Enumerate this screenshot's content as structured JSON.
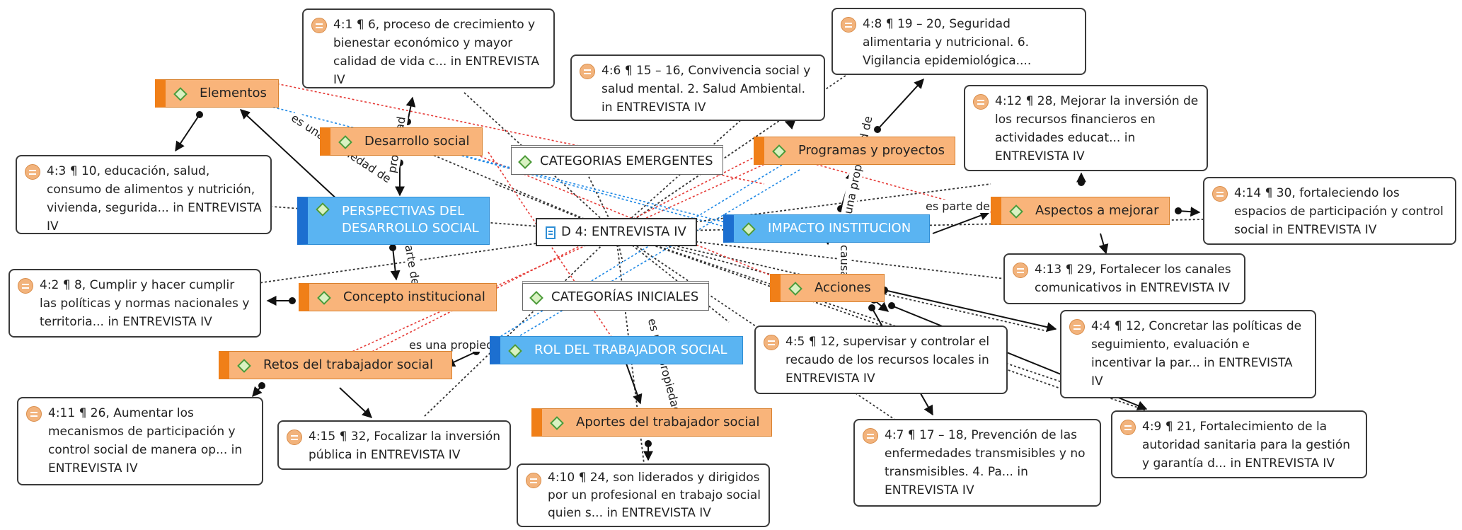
{
  "document": {
    "label": "D 4: ENTREVISTA IV"
  },
  "groups": {
    "emergentes": "CATEGORIAS EMERGENTES",
    "iniciales": "CATEGORÍAS INICIALES"
  },
  "codes": {
    "elementos": "Elementos",
    "desarrollo_social": "Desarrollo social",
    "perspectivas": [
      "PERSPECTIVAS DEL",
      "DESARROLLO SOCIAL"
    ],
    "concepto_institucional": "Concepto institucional",
    "retos": "Retos del trabajador social",
    "rol": "ROL DEL TRABAJADOR SOCIAL",
    "aportes": "Aportes del trabajador social",
    "programas": "Programas y proyectos",
    "impacto": "IMPACTO INSTITUCION",
    "aspectos": "Aspectos a mejorar",
    "acciones": "Acciones"
  },
  "quotes": {
    "q4_1": "4:1 ¶ 6, proceso de crecimiento y bienestar económico y mayor calidad de vida c... in ENTREVISTA IV",
    "q4_3": "4:3 ¶ 10, educación, salud, consumo de alimentos y nutrición, vivienda, segurida... in ENTREVISTA IV",
    "q4_2": "4:2 ¶ 8, Cumplir y hacer cumplir las políticas y normas nacionales y territoria... in ENTREVISTA IV",
    "q4_11": "4:11 ¶ 26, Aumentar los mecanismos de participación y control social de manera op... in ENTREVISTA IV",
    "q4_15": "4:15 ¶ 32, Focalizar la inversión pública in ENTREVISTA IV",
    "q4_10": "4:10 ¶ 24, son liderados y dirigidos por un profesional en trabajo social quien s... in ENTREVISTA IV",
    "q4_6": "4:6 ¶ 15 – 16, Convivencia social y salud mental. 2. Salud Ambiental. in ENTREVISTA IV",
    "q4_8": "4:8 ¶ 19 – 20, Seguridad alimentaria y nutricional. 6. Vigilancia epidemiológica....",
    "q4_12": "4:12 ¶ 28, Mejorar la inversión de los recursos financieros en actividades educat... in ENTREVISTA IV",
    "q4_14": "4:14 ¶ 30, fortaleciendo los espacios de participación y control social in ENTREVISTA IV",
    "q4_13": "4:13 ¶ 29, Fortalecer los canales comunicativos in ENTREVISTA IV",
    "q4_5": "4:5 ¶ 12, supervisar y controlar el recaudo de los recursos locales in ENTREVISTA IV",
    "q4_4": "4:4 ¶ 12, Concretar las políticas de seguimiento, evaluación e incentivar la par... in ENTREVISTA IV",
    "q4_7": "4:7 ¶ 17 – 18, Prevención de las enfermedades transmisibles y no transmisibles. 4. Pa... in ENTREVISTA IV",
    "q4_9": "4:9 ¶ 21, Fortalecimiento de la autoridad sanitaria para la gestión y garantía d... in ENTREVISTA IV"
  },
  "edge_labels": {
    "es_una_propiedad_de": "es una propiedad de",
    "propiedad": "propiedad",
    "parte_de": "parte de",
    "es_parte_de": "es parte de",
    "es_una_propiedad_de_2": "es una propiedad de",
    "es_una_propiedad_de_3": "es una propiedad de",
    "es_una_propiedad_de_4": "es una propiedad de",
    "causa": "causa"
  },
  "colors": {
    "code_fill": "#f9b47a",
    "code_stripe": "#f07f18",
    "category_fill": "#5ab4f2",
    "category_stripe": "#1c6fd0",
    "red_link": "#e53935",
    "blue_link": "#1e88e5"
  }
}
